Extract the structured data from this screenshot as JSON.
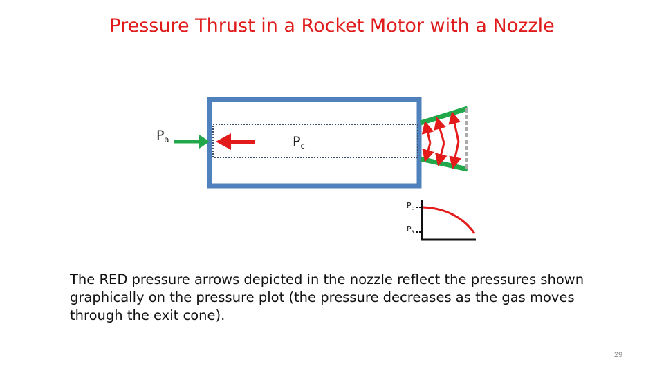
{
  "slide": {
    "title": "Pressure Thrust in a Rocket Motor with a Nozzle",
    "caption": "The RED pressure arrows depicted in the nozzle reflect the pressures shown graphically on the pressure plot (the pressure decreases as the gas moves through the exit cone).",
    "page_number": "29"
  },
  "labels": {
    "ambient_main": "P",
    "ambient_sub": "a",
    "chamber_main": "P",
    "chamber_sub": "c"
  },
  "plot": {
    "y_high_main": "P",
    "y_high_sub": "c",
    "y_low_main": "P",
    "y_low_sub": "a"
  },
  "colors": {
    "title": "#e01b1b",
    "motor_case": "#4f81bd",
    "ambient_arrow": "#22a84a",
    "pressure_arrow": "#e31b1b",
    "nozzle_wall": "#22a84a",
    "exit_plane": "#aaaaaa",
    "plot_curve": "#e31b1b"
  }
}
